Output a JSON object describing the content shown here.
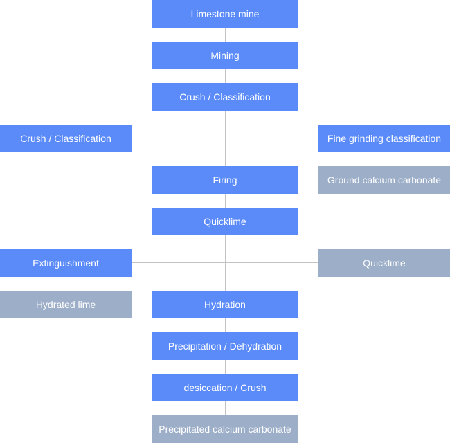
{
  "colors": {
    "primary": "#5b8bf9",
    "secondary": "#9daec8",
    "connector": "#c3c3c3"
  },
  "flow": {
    "limestone_mine": "Limestone mine",
    "mining": "Mining",
    "crush_classification": "Crush / Classification",
    "crush_classification_side": "Crush / Classification",
    "fine_grinding": "Fine grinding classification",
    "ground_calcium_carbonate": "Ground calcium carbonate",
    "firing": "Firing",
    "quicklime": "Quicklime",
    "extinguishment": "Extinguishment",
    "quicklime_side": "Quicklime",
    "hydrated_lime": "Hydrated lime",
    "hydration": "Hydration",
    "precipitation_dehydration": "Precipitation / Dehydration",
    "desiccation_crush": "desiccation / Crush",
    "precipitated_calcium_carbonate": "Precipitated calcium carbonate"
  }
}
